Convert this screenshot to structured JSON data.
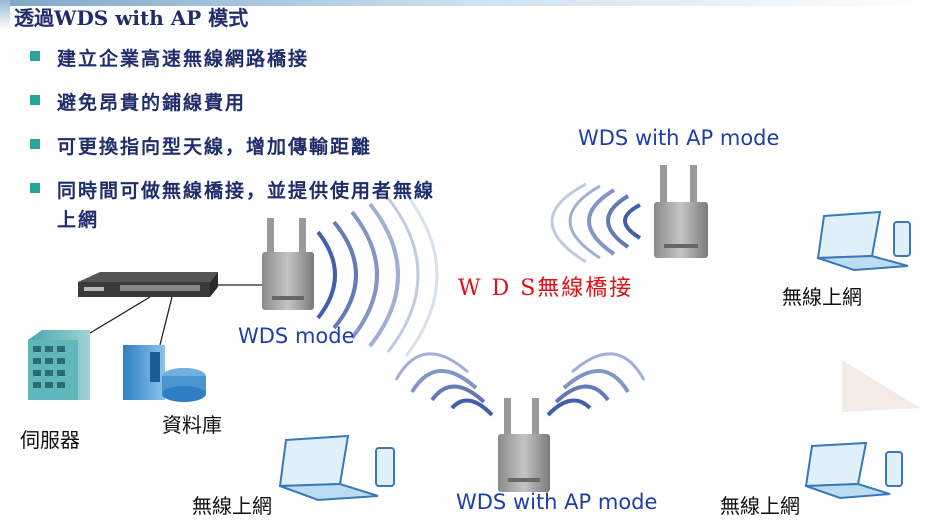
{
  "heading": "透過WDS with AP 模式",
  "bullets": [
    "建立企業高速無線網路橋接",
    "避免昂貴的鋪線費用",
    "可更換指向型天線，增加傳輸距離",
    "同時間可做無線橋接，並提供使用者無線",
    "上網"
  ],
  "labels": {
    "ap_top": "WDS with AP mode",
    "wds_mode": "WDS  mode",
    "bridge": "W D S無線橋接",
    "wireless_right_top": "無線上網",
    "server": "伺服器",
    "database": "資料庫",
    "wireless_bottom_left": "無線上網",
    "ap_bottom": "WDS with AP mode",
    "wireless_bottom_right": "無線上網"
  },
  "colors": {
    "heading": "#1f2d6b",
    "bullet": "#2aa39b",
    "blue_label": "#1f3fa8",
    "red_label": "#e0101a",
    "wave": "#2d4fa0"
  },
  "icons": [
    "switch-icon",
    "access-point-icon",
    "server-icon",
    "database-icon",
    "laptop-phone-icon",
    "wireless-wave-icon"
  ]
}
